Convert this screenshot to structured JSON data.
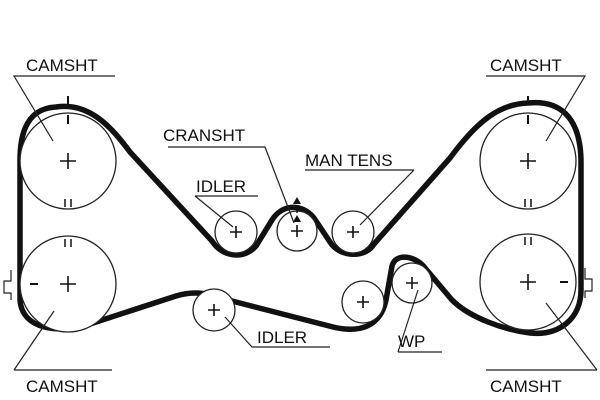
{
  "labels": {
    "camshaft_top_left": "CAMSHT",
    "camshaft_top_right": "CAMSHT",
    "camshaft_bottom_left": "CAMSHT",
    "camshaft_bottom_right": "CAMSHT",
    "crankshaft": "CRANSHT",
    "idler_top": "IDLER",
    "idler_bottom": "IDLER",
    "manual_tensioner": "MAN TENS",
    "water_pump": "WP"
  }
}
